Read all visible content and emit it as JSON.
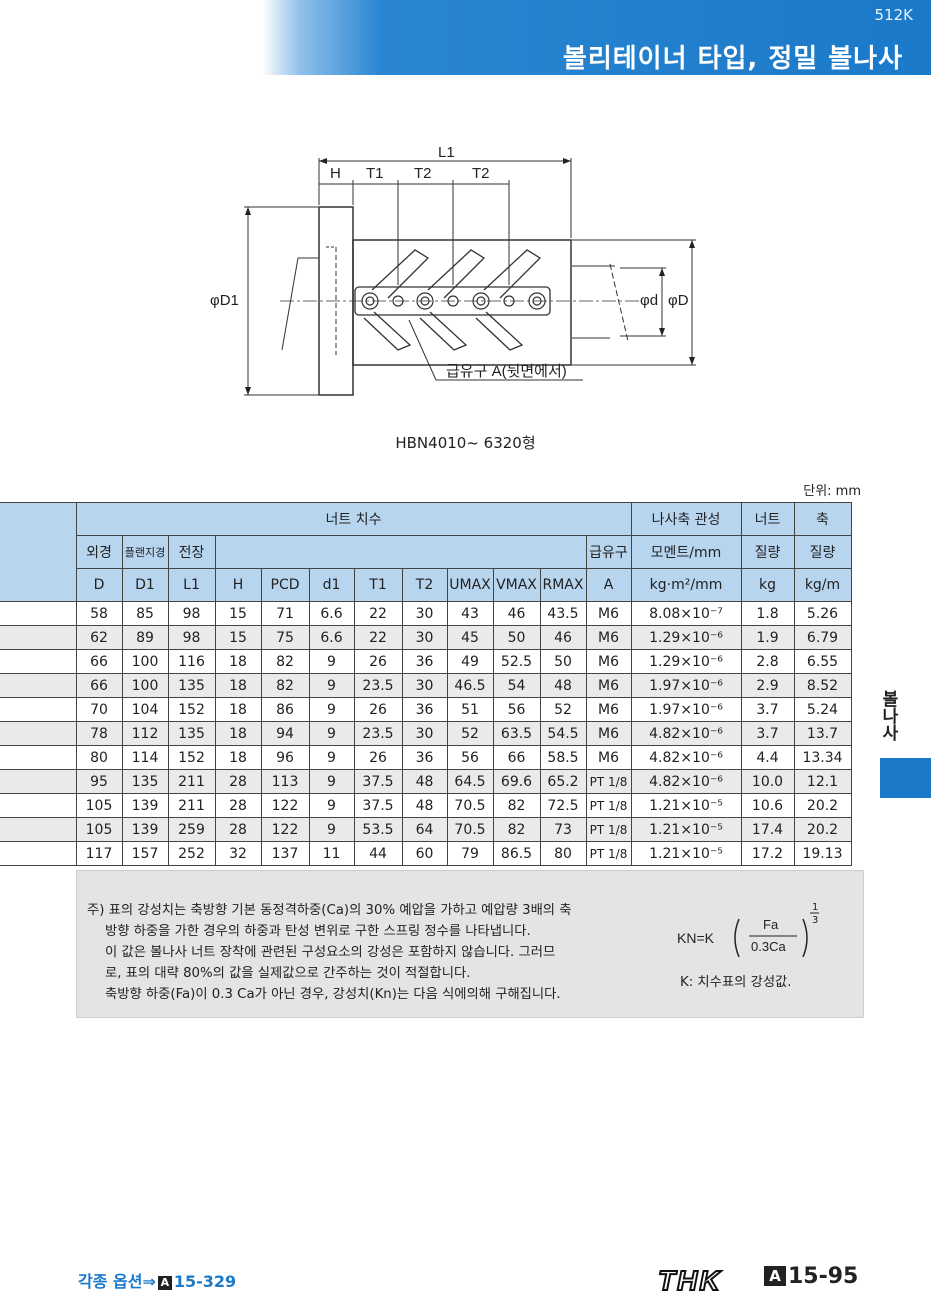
{
  "header": {
    "code": "512K",
    "title": "볼리테이너 타입, 정밀 볼나사"
  },
  "drawing": {
    "dims": {
      "L1": "L1",
      "H": "H",
      "T1": "T1",
      "T2a": "T2",
      "T2b": "T2",
      "D1": "φD1",
      "d": "φd",
      "D": "φD"
    },
    "lube_label": "급유구 A(뒷면에서)",
    "caption": "HBN4010~ 6320형"
  },
  "unit": "단위: mm",
  "table": {
    "header": {
      "nut_dims": "너트 치수",
      "r2": [
        "외경",
        "플랜지경",
        "전장",
        "급유구"
      ],
      "r3": [
        "D",
        "D1",
        "L1",
        "H",
        "PCD",
        "d1",
        "T1",
        "T2",
        "UMAX",
        "VMAX",
        "RMAX",
        "A"
      ],
      "moment": [
        "나사축 관성",
        "모멘트/mm",
        "kg·m²/mm"
      ],
      "nut_mass": [
        "너트",
        "질량",
        "kg"
      ],
      "shaft_mass": [
        "축",
        "질량",
        "kg/m"
      ]
    },
    "rows": [
      [
        "58",
        "85",
        "98",
        "15",
        "71",
        "6.6",
        "22",
        "30",
        "43",
        "46",
        "43.5",
        "M6",
        "8.08×10⁻⁷",
        "1.8",
        "5.26"
      ],
      [
        "62",
        "89",
        "98",
        "15",
        "75",
        "6.6",
        "22",
        "30",
        "45",
        "50",
        "46",
        "M6",
        "1.29×10⁻⁶",
        "1.9",
        "6.79"
      ],
      [
        "66",
        "100",
        "116",
        "18",
        "82",
        "9",
        "26",
        "36",
        "49",
        "52.5",
        "50",
        "M6",
        "1.29×10⁻⁶",
        "2.8",
        "6.55"
      ],
      [
        "66",
        "100",
        "135",
        "18",
        "82",
        "9",
        "23.5",
        "30",
        "46.5",
        "54",
        "48",
        "M6",
        "1.97×10⁻⁶",
        "2.9",
        "8.52"
      ],
      [
        "70",
        "104",
        "152",
        "18",
        "86",
        "9",
        "26",
        "36",
        "51",
        "56",
        "52",
        "M6",
        "1.97×10⁻⁶",
        "3.7",
        "5.24"
      ],
      [
        "78",
        "112",
        "135",
        "18",
        "94",
        "9",
        "23.5",
        "30",
        "52",
        "63.5",
        "54.5",
        "M6",
        "4.82×10⁻⁶",
        "3.7",
        "13.7"
      ],
      [
        "80",
        "114",
        "152",
        "18",
        "96",
        "9",
        "26",
        "36",
        "56",
        "66",
        "58.5",
        "M6",
        "4.82×10⁻⁶",
        "4.4",
        "13.34"
      ],
      [
        "95",
        "135",
        "211",
        "28",
        "113",
        "9",
        "37.5",
        "48",
        "64.5",
        "69.6",
        "65.2",
        "PT 1/8",
        "4.82×10⁻⁶",
        "10.0",
        "12.1"
      ],
      [
        "105",
        "139",
        "211",
        "28",
        "122",
        "9",
        "37.5",
        "48",
        "70.5",
        "82",
        "72.5",
        "PT 1/8",
        "1.21×10⁻⁵",
        "10.6",
        "20.2"
      ],
      [
        "105",
        "139",
        "259",
        "28",
        "122",
        "9",
        "53.5",
        "64",
        "70.5",
        "82",
        "73",
        "PT 1/8",
        "1.21×10⁻⁵",
        "17.4",
        "20.2"
      ],
      [
        "117",
        "157",
        "252",
        "32",
        "137",
        "11",
        "44",
        "60",
        "79",
        "86.5",
        "80",
        "PT 1/8",
        "1.21×10⁻⁵",
        "17.2",
        "19.13"
      ]
    ]
  },
  "side": {
    "label": "볼나사"
  },
  "notes": {
    "lines": [
      "주) 표의 강성치는 축방향 기본 동정격하중(Ca)의 30% 예압을 가하고 예압량 3배의 축",
      "방향 하중을 가한 경우의 하중과 탄성 변위로 구한 스프링 정수를 나타냅니다.",
      "이 값은 볼나사 너트 장착에 관련된 구성요소의 강성은 포함하지 않습니다. 그러므",
      "로, 표의 대략 80%의 값을 실제값으로 간주하는 것이 적절합니다.",
      "축방향 하중(Fa)이 0.3 Ca가 아닌 경우, 강성치(Kn)는 다음 식에의해 구해집니다."
    ],
    "formula": {
      "lhs": "KN=K",
      "num": "Fa",
      "den": "0.3Ca",
      "exp_num": "1",
      "exp_den": "3"
    },
    "k_note": "K: 치수표의 강성값."
  },
  "footer": {
    "options_text": "각종 옵션⇒",
    "options_box": "A",
    "options_page": "15-329",
    "brand": "THK",
    "page_box": "A",
    "page": "15-95"
  }
}
